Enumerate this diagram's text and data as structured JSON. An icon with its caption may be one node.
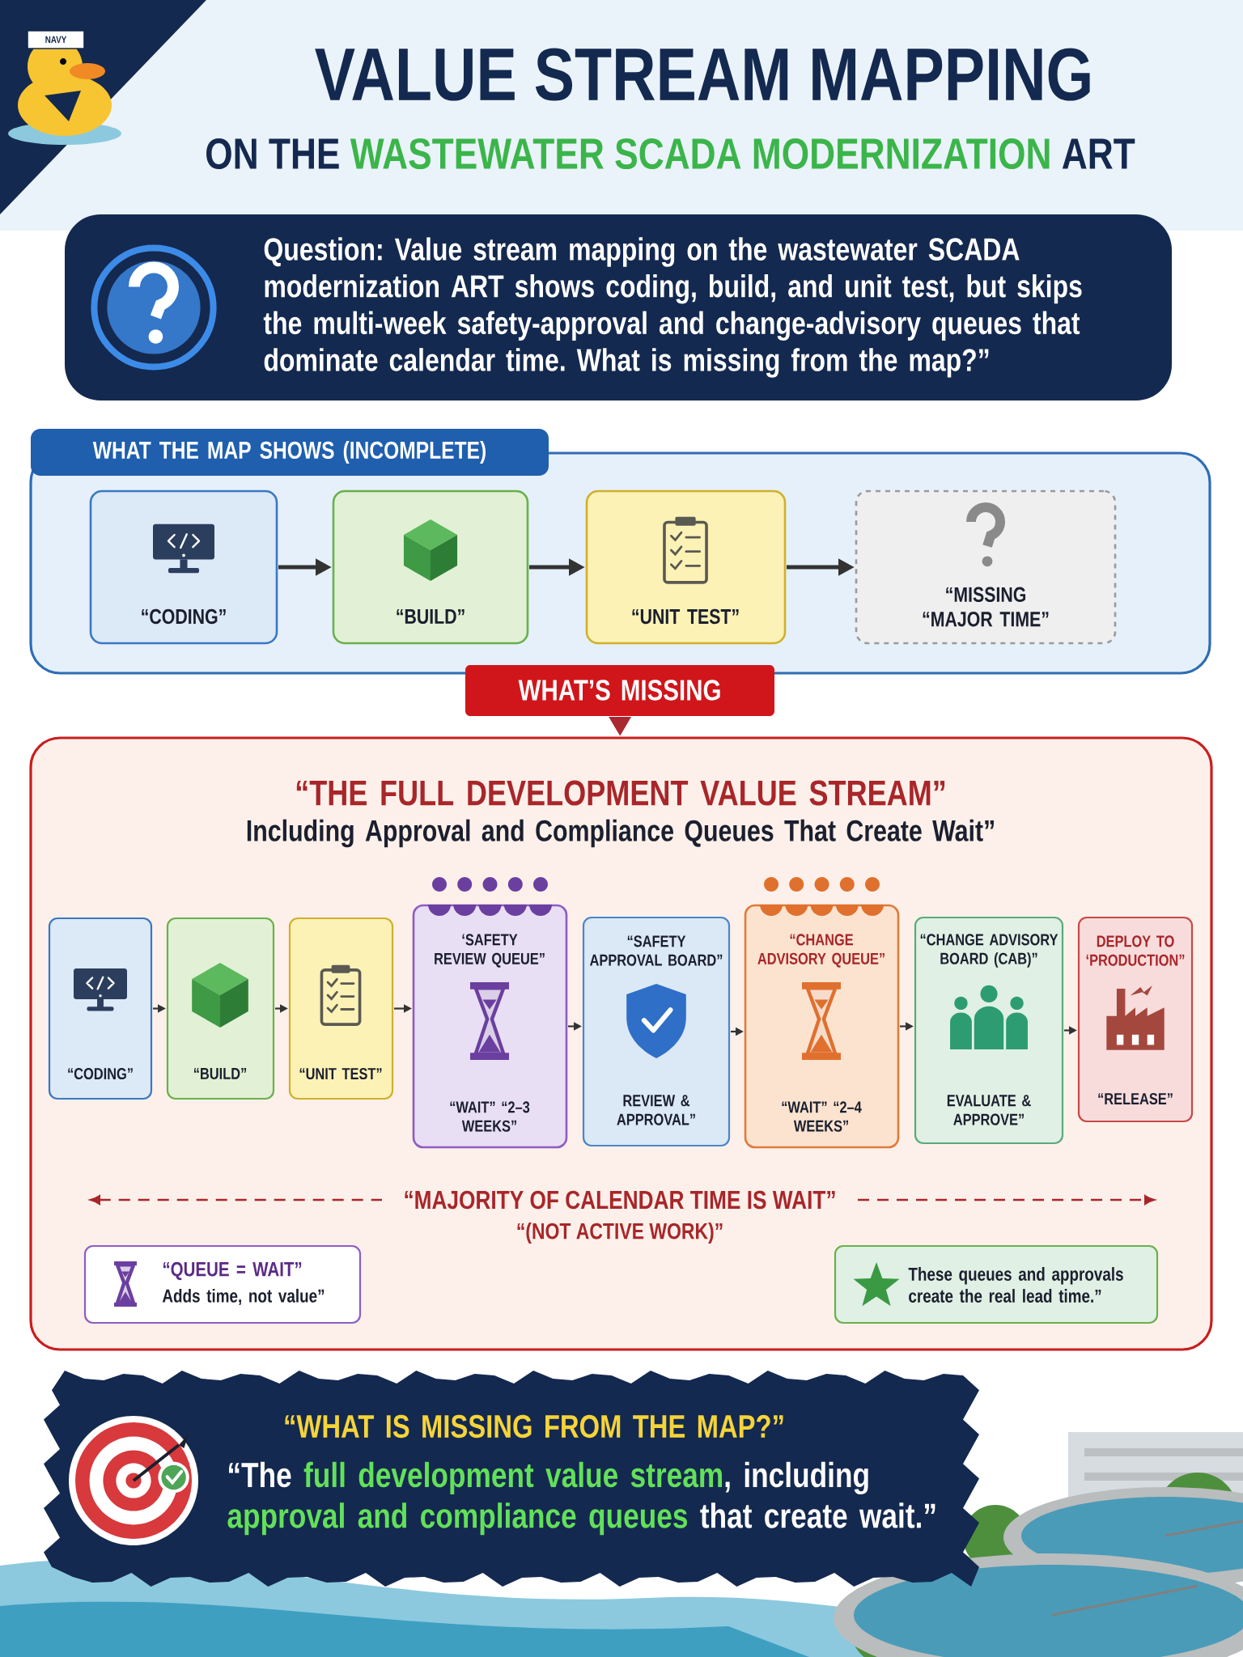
{
  "diagram": {
    "title": "VALUE STREAM MAPPING",
    "nodes": [
      {
        "text": [
          "Question: Value stream mapping on the wastewater SCADA modernization ART shows coding, build, and unit test, but skips the multi-week safety-approval and change-advisory queues that dominate calendar time. What is missing from the map?”"
        ]
      },
      {
        "text": [
          "WHAT THE MAP SHOWS (INCOMPLETE)"
        ]
      },
      {
        "text": [
          "“CODING”"
        ],
        "in": 1
      },
      {
        "text": [
          "“BUILD”"
        ],
        "in": 1
      },
      {
        "text": [
          "“UNIT TEST”"
        ],
        "in": 1
      },
      {
        "text": [
          "“MISSING “MAJOR TIME”"
        ],
        "in": 1
      },
      {
        "text": [
          "WHAT’S MISSING"
        ]
      },
      {
        "text": [
          "“THE FULL DEVELOPMENT VALUE STREAM”",
          "Including Approval and Compliance Queues That Create Wait”"
        ]
      },
      {
        "text": [
          "“CODING”"
        ],
        "in": 7
      },
      {
        "text": [
          "“BUILD”"
        ],
        "in": 7
      },
      {
        "text": [
          "“UNIT TEST”"
        ],
        "in": 7
      },
      {
        "text": [
          "‘SAFETY REVIEW QUEUE”",
          "“WAIT” “2–3 WEEKS”"
        ],
        "in": 7
      },
      {
        "text": [
          "“SAFETY APPROVAL BOARD”",
          "REVIEW & APPROVAL”"
        ],
        "in": 7
      },
      {
        "text": [
          "“CHANGE ADVISORY QUEUE”",
          "“WAIT” “2–4 WEEKS”"
        ],
        "in": 7
      },
      {
        "text": [
          "“CHANGE ADVISORY BOARD (CAB)”",
          "EVALUATE & APPROVE”"
        ],
        "in": 7
      },
      {
        "text": [
          "DEPLOY TO ‘PRODUCTION”",
          "“RELEASE”"
        ],
        "in": 7
      },
      {
        "text": [
          "“QUEUE = WAIT”",
          "Adds time, not value”"
        ],
        "in": 7
      },
      {
        "text": [
          "These queues and approvals create the real lead time.”"
        ],
        "in": 7
      },
      {
        "text": [
          "“WHAT IS MISSING FROM THE MAP?”",
          "“The **full development value stream**, including **approval and compliance queues** that create wait.”"
        ]
      }
    ],
    "edges": [
      {
        "from": 2,
        "to": 3,
        "arrow": "to"
      },
      {
        "from": 3,
        "to": 4,
        "arrow": "to"
      },
      {
        "from": 4,
        "to": 5,
        "arrow": "to"
      },
      {
        "from": 6,
        "to": 7,
        "arrow": "to",
        "style": "thick",
        "color": "#d0161b"
      },
      {
        "from": 8,
        "to": 9,
        "arrow": "to"
      },
      {
        "from": 9,
        "to": 10,
        "arrow": "to"
      },
      {
        "from": 10,
        "to": 11,
        "arrow": "to"
      },
      {
        "from": 11,
        "to": 12,
        "arrow": "to"
      },
      {
        "from": 12,
        "to": 13,
        "arrow": "to"
      },
      {
        "from": 13,
        "to": 14,
        "arrow": "to"
      },
      {
        "from": 14,
        "to": 15,
        "arrow": "to"
      }
    ],
    "labels": [
      "NAVY",
      "ON THE **WASTEWATER SCADA MODERNIZATION** ART",
      "“MAJORITY OF CALENDAR TIME IS WAIT”",
      "“(NOT ACTIVE WORK)”"
    ]
  }
}
